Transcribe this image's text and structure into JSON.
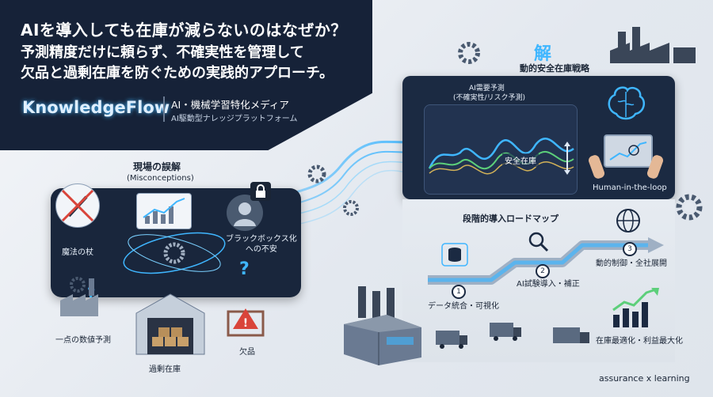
{
  "header": {
    "title": "AIを導入しても在庫が減らないのはなぜか？",
    "subtitle_line1": "予測精度だけに頼らず、不確実性を管理して",
    "subtitle_line2": "欠品と過剰在庫を防ぐための実践的アプローチ。"
  },
  "brand": {
    "name": "KnowledgeFlow",
    "tagline": "AI・機械学習特化メディア",
    "subtagline": "AI駆動型ナレッジプラットフォーム"
  },
  "misconceptions": {
    "title": "現場の誤解",
    "subtitle": "(Misconceptions)",
    "items": [
      {
        "label": "魔法の杖",
        "icon": "crossed-wand-icon"
      },
      {
        "label": "ブラックボックス化\nへの不安",
        "icon": "locked-user-icon"
      },
      {
        "label": "一点の数値予測",
        "icon": "factory-icon"
      },
      {
        "label": "過剰在庫",
        "icon": "warehouse-icon"
      },
      {
        "label": "欠品",
        "icon": "warning-icon"
      }
    ]
  },
  "solution": {
    "badge": "解",
    "title": "動的安全在庫戦略",
    "forecast_label_line1": "AI需要予測",
    "forecast_label_line2": "(不確実性/リスク予測)",
    "safety_stock": "安全在庫",
    "hitl": "Human-in-the-loop"
  },
  "roadmap": {
    "title": "段階的導入ロードマップ",
    "steps": [
      {
        "num": "1",
        "label": "データ統合・可視化"
      },
      {
        "num": "2",
        "label": "AI試験導入・補正"
      },
      {
        "num": "3",
        "label": "動的制御・全社展開"
      }
    ],
    "outcome": "在庫最適化・利益最大化"
  },
  "footer": {
    "credit": "assurance x learning"
  },
  "colors": {
    "navy": "#162238",
    "panel": "#1b2a42",
    "accent_cyan": "#3fb6ff",
    "accent_green": "#5ccf7a",
    "warning_red": "#d9443a"
  }
}
